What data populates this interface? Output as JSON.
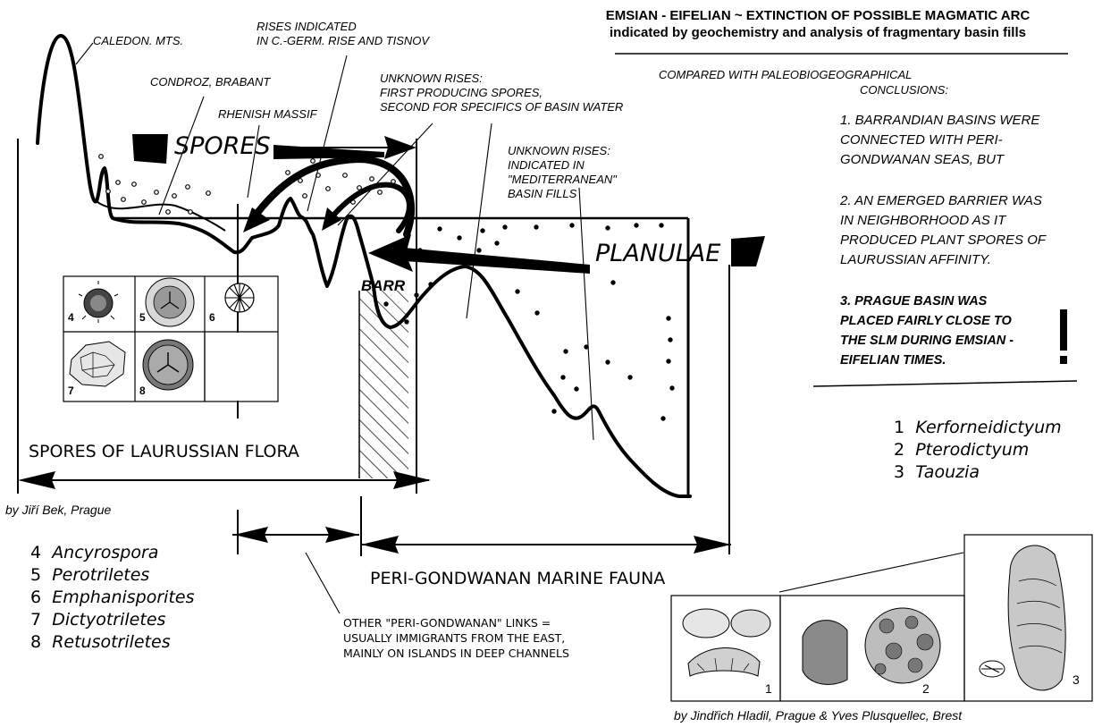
{
  "title_line1": "EMSIAN - EIFELIAN ~ EXTINCTION OF POSSIBLE MAGMATIC ARC",
  "title_line2": "indicated by geochemistry and analysis of fragmentary basin fills",
  "compared_line1": "COMPARED WITH PALEOBIOGEOGRAPHICAL",
  "compared_line2": "CONCLUSIONS:",
  "conclusion1": [
    "1. BARRANDIAN BASINS WERE",
    "CONNECTED WITH PERI-",
    "GONDWANAN SEAS, BUT"
  ],
  "conclusion2": [
    "2. AN EMERGED BARRIER WAS",
    "IN NEIGHBORHOOD AS IT",
    "PRODUCED PLANT SPORES OF",
    "LAURUSSIAN AFFINITY."
  ],
  "conclusion3": [
    "3.  PRAGUE BASIN  WAS",
    "PLACED FAIRLY CLOSE TO",
    "THE SLM DURING EMSIAN -",
    "EIFELIAN TIMES."
  ],
  "exclamation": "!",
  "labels": {
    "caledon": "CALEDON. MTS.",
    "rises_line1": "RISES INDICATED",
    "rises_line2": "IN C.-GERM. RISE AND TISNOV",
    "condroz": "CONDROZ, BRABANT",
    "rhenish": "RHENISH MASSIF",
    "unknown1_line1": "UNKNOWN RISES:",
    "unknown1_line2": "FIRST PRODUCING SPORES,",
    "unknown1_line3": "SECOND FOR SPECIFICS OF BASIN WATER",
    "unknown2_line1": "UNKNOWN RISES:",
    "unknown2_line2": "INDICATED IN",
    "unknown2_line3": "\"MEDITERRANEAN\"",
    "unknown2_line4": "BASIN FILLS",
    "spores": "SPORES",
    "planulae": "PLANULAE",
    "barr": "BARR",
    "spores_flora": "SPORES OF LAURUSSIAN FLORA",
    "by_bek": "by Jiří Bek, Prague",
    "marine_fauna": "PERI-GONDWANAN MARINE FAUNA",
    "other_line1": "OTHER \"PERI-GONDWANAN\" LINKS =",
    "other_line2": "USUALLY IMMIGRANTS FROM THE EAST,",
    "other_line3": "MAINLY ON ISLANDS IN DEEP CHANNELS",
    "by_hladil": "by Jindřich Hladil, Prague & Yves Plusquellec, Brest"
  },
  "fauna_taxa": [
    {
      "num": "1",
      "name": "Kerforneidictyum"
    },
    {
      "num": "2",
      "name": "Pterodictyum"
    },
    {
      "num": "3",
      "name": "Taouzia"
    }
  ],
  "spore_taxa": [
    {
      "num": "4",
      "name": "Ancyrospora"
    },
    {
      "num": "5",
      "name": "Perotriletes"
    },
    {
      "num": "6",
      "name": "Emphanisporites"
    },
    {
      "num": "7",
      "name": "Dictyotriletes"
    },
    {
      "num": "8",
      "name": "Retusotriletes"
    }
  ],
  "spore_panel_numbers": [
    "4",
    "5",
    "6",
    "7",
    "8"
  ],
  "fauna_panel_numbers": [
    "1",
    "2",
    "3"
  ]
}
